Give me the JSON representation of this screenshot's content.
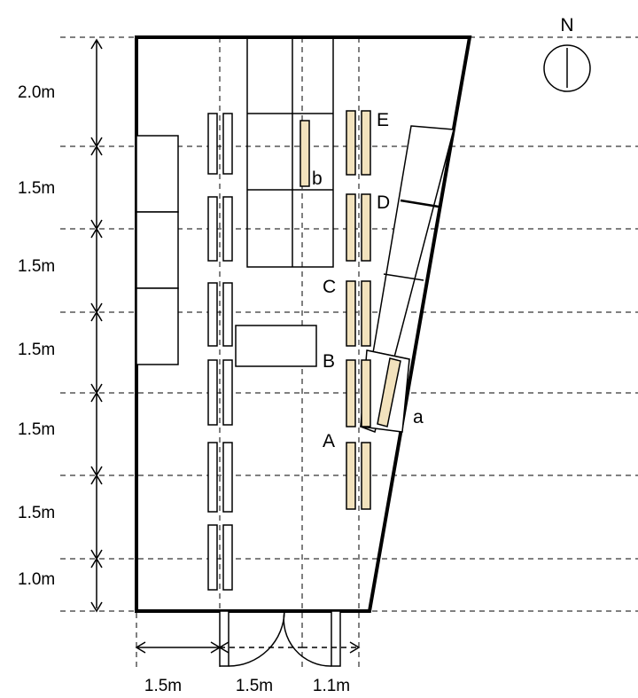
{
  "compass": {
    "label": "N"
  },
  "row_dimensions": [
    "2.0m",
    "1.5m",
    "1.5m",
    "1.5m",
    "1.5m",
    "1.5m",
    "1.0m"
  ],
  "column_dimensions": [
    "1.5m",
    "1.5m",
    "1.1m"
  ],
  "markers": {
    "A": "A",
    "B": "B",
    "C": "C",
    "D": "D",
    "E": "E",
    "a": "a",
    "b": "b"
  },
  "colors": {
    "line": "#000000",
    "highlight_fill": "#f2e2bd"
  }
}
